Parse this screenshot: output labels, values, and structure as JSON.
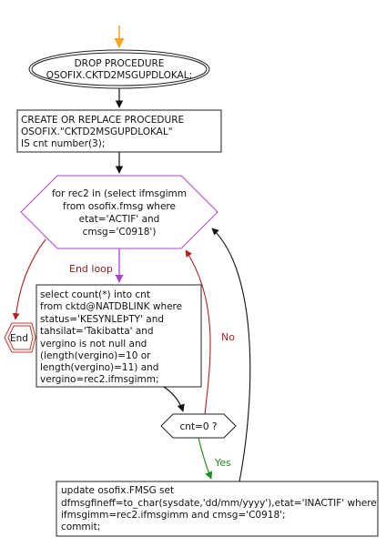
{
  "nodes": {
    "drop": {
      "lines": [
        "DROP PROCEDURE",
        "OSOFIX.CKTD2MSGUPDLOKAL;"
      ]
    },
    "create": {
      "lines": [
        "CREATE OR REPLACE PROCEDURE",
        "OSOFIX.\"CKTD2MSGUPDLOKAL\"",
        "IS cnt number(3);"
      ]
    },
    "loop": {
      "lines": [
        "for rec2 in (select ifmsgimm",
        "from osofix.fmsg where",
        "etat='ACTIF' and",
        "cmsg='C0918')"
      ]
    },
    "select": {
      "lines": [
        "select count(*) into cnt",
        "from cktd@NATDBLINK where",
        "status='KESYNLEÞTY' and",
        "tahsilat='Takibatta' and",
        "vergino is not null and",
        "(length(vergino)=10 or",
        "length(vergino)=11) and",
        "vergino=rec2.ifmsgimm;"
      ]
    },
    "decision": {
      "label": "cnt=0 ?"
    },
    "update": {
      "lines": [
        "update osofix.FMSG set",
        "dfmsgfineff=to_char(sysdate,'dd/mm/yyyy'),etat='INACTIF' where",
        "ifmsgimm=rec2.ifmsgimm and cmsg='C0918';",
        "commit;"
      ]
    },
    "end": {
      "label": "End"
    }
  },
  "edges": {
    "end_loop": "End loop",
    "no": "No",
    "yes": "Yes"
  },
  "colors": {
    "start_arrow": "#f5a623",
    "node_fill": "#ffffff",
    "node_stroke": "#222222",
    "loop_stroke": "#b040d0",
    "end_stroke": "#c0392b",
    "end_loop_text": "#8b1a1a",
    "no_edge": "#b22222",
    "yes_edge": "#1e8c1e",
    "flow_arrow": "#111111"
  }
}
